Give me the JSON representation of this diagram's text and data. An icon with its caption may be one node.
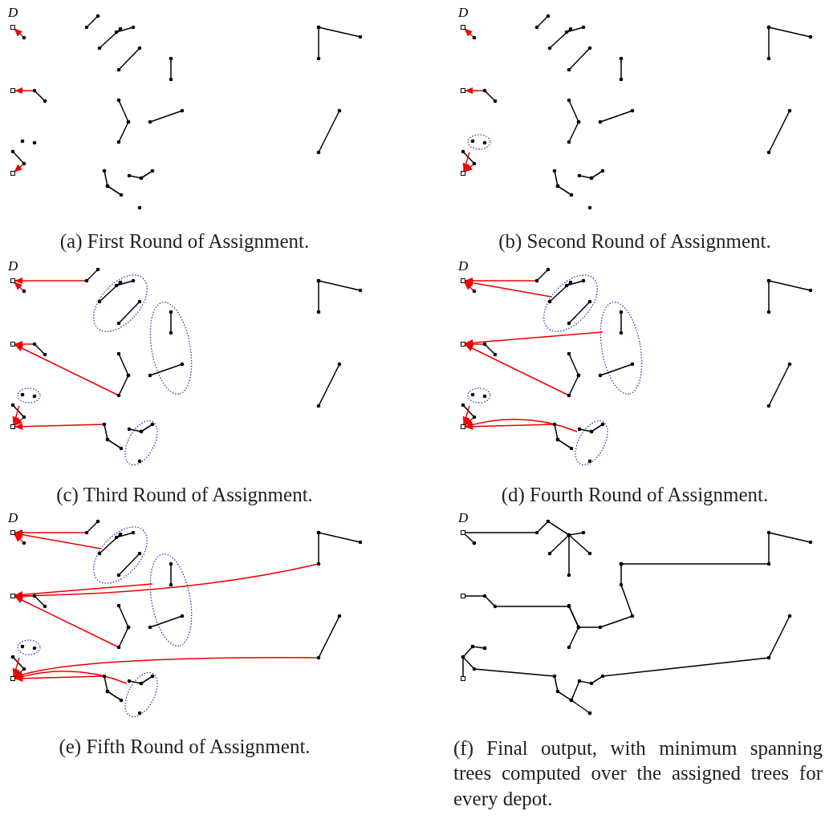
{
  "diagram": {
    "labels": [
      "D",
      "D",
      "(a) First Round of Assignment.",
      "(b) Second Round of Assignment.",
      "D",
      "D",
      "(c) Third Round of Assignment.",
      "(d) Fourth Round of Assignment.",
      "D",
      "(e) Fifth Round of Assignment.",
      "D",
      "(f) Final output, with minimum spanning trees computed over the assigned trees for every depot."
    ]
  }
}
